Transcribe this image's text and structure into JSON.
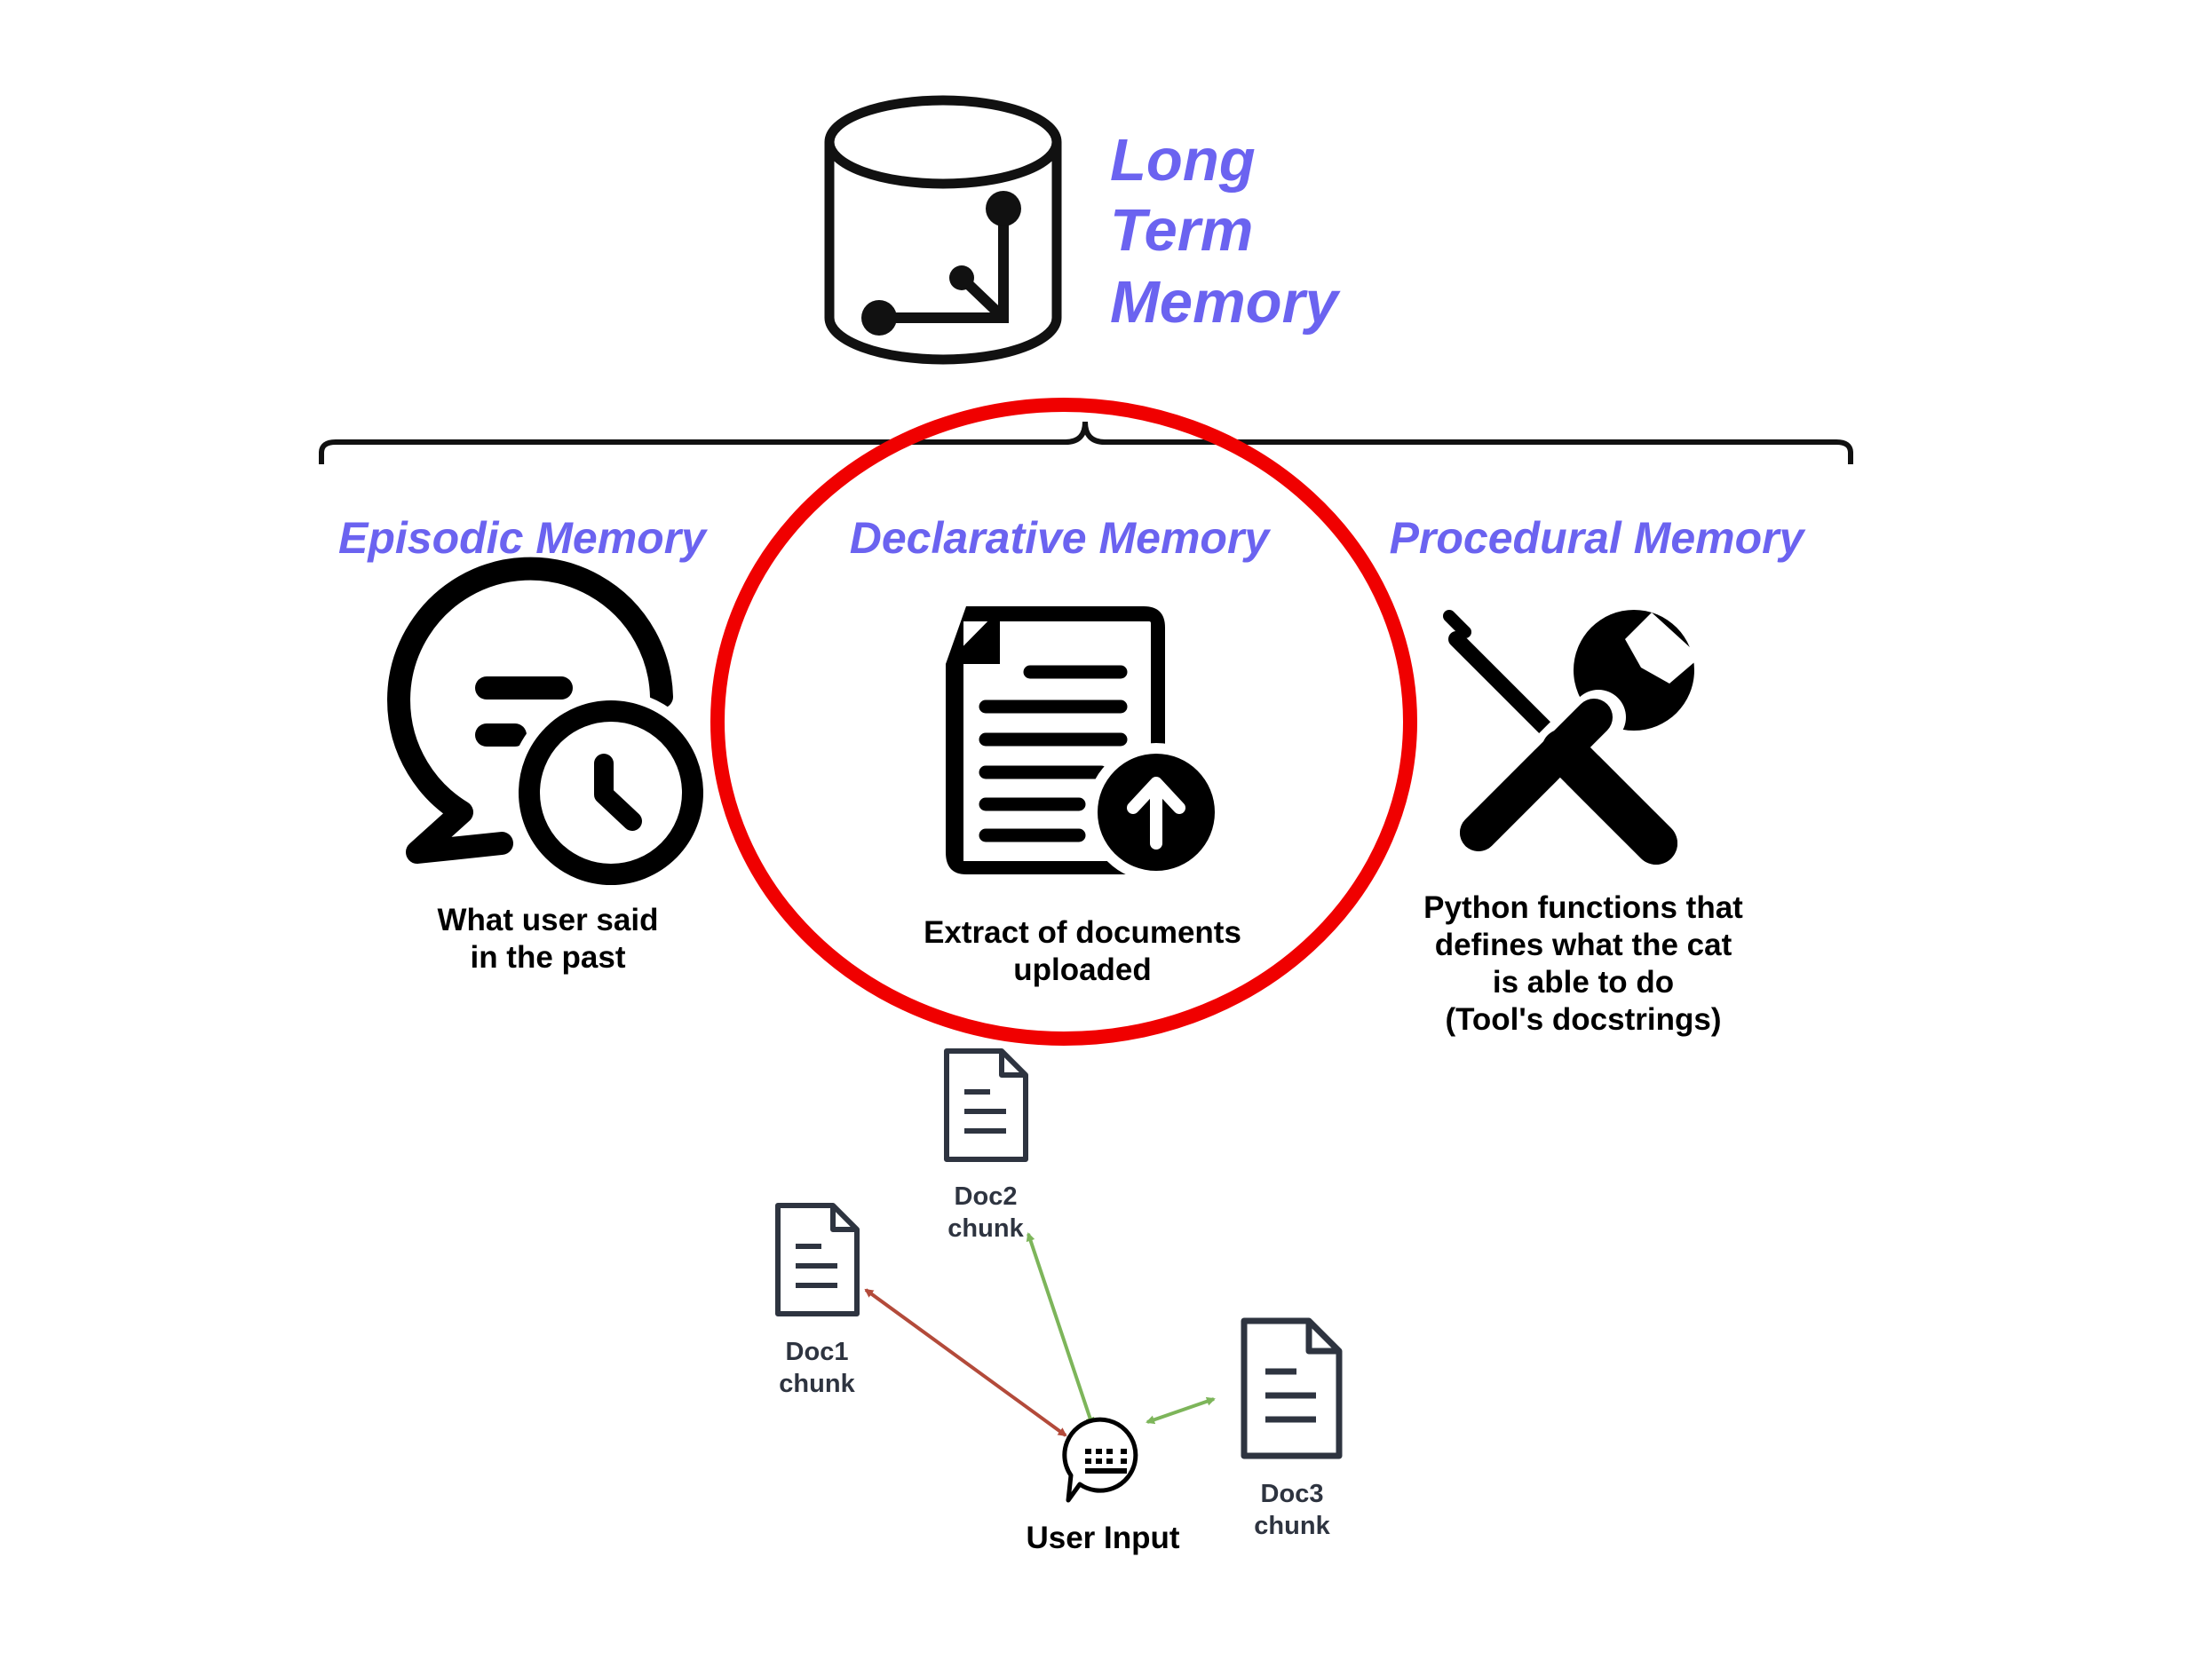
{
  "header": {
    "title_lines": [
      "Long",
      "Term",
      "Memory"
    ],
    "title_color": "#6b63f0",
    "icon": "database-graph-icon"
  },
  "memories": {
    "episodic": {
      "heading": "Episodic Memory",
      "icon": "chat-clock-icon",
      "description_lines": [
        "What user said",
        "in the past"
      ]
    },
    "declarative": {
      "heading": "Declarative Memory",
      "icon": "document-upload-icon",
      "description_lines": [
        "Extract of documents",
        "uploaded"
      ],
      "highlight_color": "#f00000"
    },
    "procedural": {
      "heading": "Procedural Memory",
      "icon": "tools-icon",
      "description_lines": [
        "Python functions that",
        "defines what the cat",
        "is able to do",
        "(Tool's docstrings)"
      ]
    }
  },
  "retrieval": {
    "user_input_label": "User Input",
    "user_input_icon": "chat-keyboard-icon",
    "chunks": [
      {
        "line1": "Doc1",
        "line2": "chunk",
        "link_color": "#b34a3a"
      },
      {
        "line1": "Doc2",
        "line2": "chunk",
        "link_color": "#7db55a"
      },
      {
        "line1": "Doc3",
        "line2": "chunk",
        "link_color": "#7db55a"
      }
    ]
  }
}
